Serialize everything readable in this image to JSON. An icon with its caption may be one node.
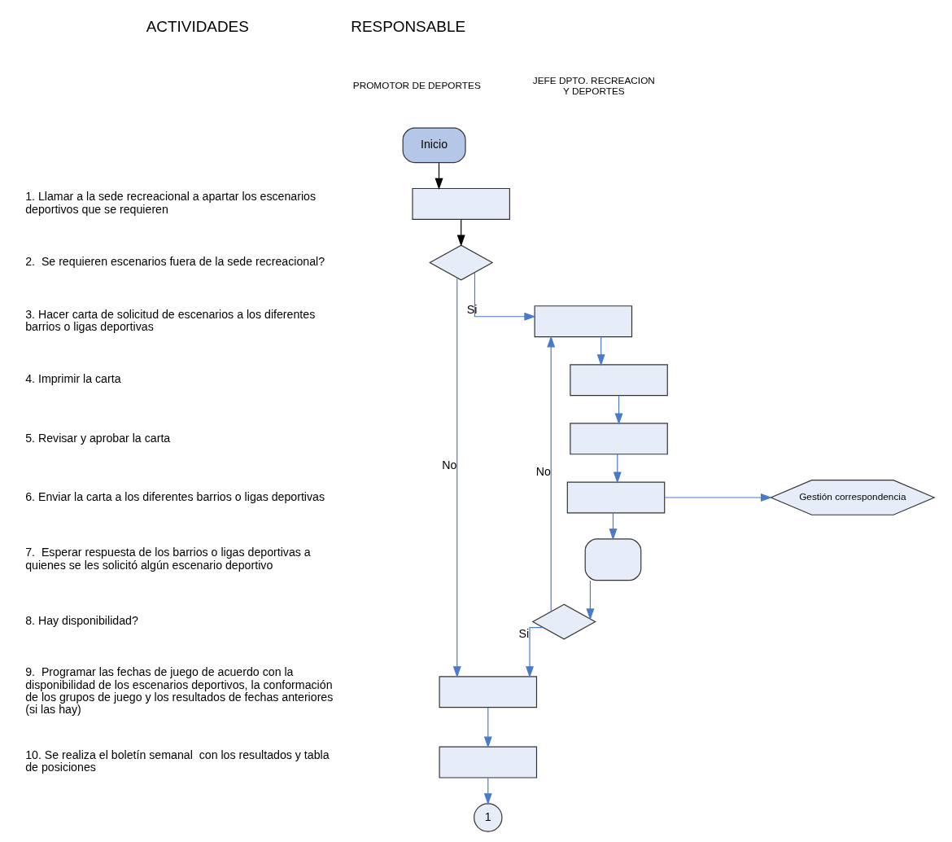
{
  "diagram": {
    "nodes": [
      {
        "text": [
          "Inicio"
        ]
      },
      {
        "text": [],
        "shape": "box"
      },
      {
        "text": [],
        "shape": "diamond"
      },
      {
        "text": [],
        "shape": "box"
      },
      {
        "text": [],
        "shape": "box"
      },
      {
        "text": [],
        "shape": "box"
      },
      {
        "text": [],
        "shape": "box"
      },
      {
        "text": [
          "Gestión correspondencia"
        ]
      },
      {
        "text": [],
        "shape": "delay"
      },
      {
        "text": [],
        "shape": "diamond"
      },
      {
        "text": [],
        "shape": "box"
      },
      {
        "text": [],
        "shape": "box"
      },
      {
        "text": [
          "1"
        ]
      }
    ],
    "edges": [
      {
        "from": 0,
        "to": 1,
        "arrow": "to",
        "color": "#000000"
      },
      {
        "from": 1,
        "to": 2,
        "arrow": "to",
        "color": "#000000"
      },
      {
        "from": 2,
        "to": 3,
        "arrow": "to",
        "label": "Si"
      },
      {
        "from": 2,
        "to": 10,
        "arrow": "to",
        "label": "No"
      },
      {
        "from": 3,
        "to": 4,
        "arrow": "to"
      },
      {
        "from": 4,
        "to": 5,
        "arrow": "to"
      },
      {
        "from": 5,
        "to": 6,
        "arrow": "to"
      },
      {
        "from": 6,
        "to": 7,
        "arrow": "to"
      },
      {
        "from": 6,
        "to": 8,
        "arrow": "to"
      },
      {
        "from": 8,
        "to": 9,
        "arrow": "to"
      },
      {
        "from": 9,
        "to": 3,
        "arrow": "to",
        "label": "No"
      },
      {
        "from": 9,
        "to": 10,
        "arrow": "to",
        "label": "Si"
      },
      {
        "from": 10,
        "to": 11,
        "arrow": "to"
      },
      {
        "from": 11,
        "to": 12,
        "arrow": "to"
      }
    ],
    "labels": [
      "ACTIVIDADES",
      "RESPONSABLE",
      "PROMOTOR DE DEPORTES",
      "JEFE DPTO. RECREACION Y DEPORTES",
      "1. Llamar a la sede recreacional a apartar los escenarios deportivos que se requieren",
      "2.  Se requieren escenarios fuera de la sede recreacional?",
      "3. Hacer carta de solicitud de escenarios a los diferentes barrios o ligas deportivas",
      "4. Imprimir la carta",
      "5. Revisar y aprobar la carta",
      "6. Enviar la carta a los diferentes barrios o ligas deportivas",
      "7.  Esperar respuesta de los barrios o ligas deportivas a quienes se les solicitó algún escenario deportivo",
      "8. Hay disponibilidad?",
      "9.  Programar las fechas de juego de acuerdo con la disponibilidad de los escenarios deportivos, la conformación de los grupos de juego y los resultados de fechas anteriores (si las hay)",
      "10. Se realiza el boletín semanal  con los resultados y tabla de posiciones"
    ]
  }
}
